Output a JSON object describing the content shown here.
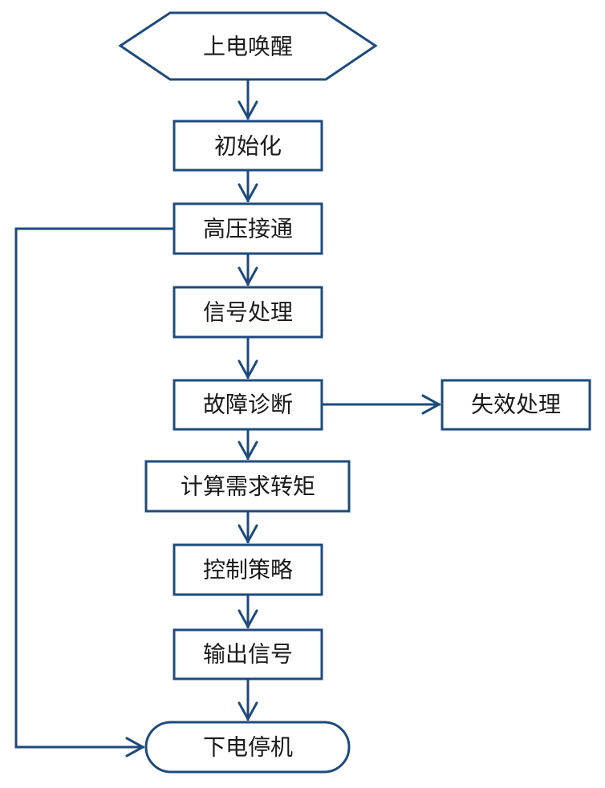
{
  "nodes": {
    "power_on": "上电唤醒",
    "init": "初始化",
    "hv_connect": "高压接通",
    "signal_proc": "信号处理",
    "fault_diag": "故障诊断",
    "failure_handle": "失效处理",
    "torque_calc": "计算需求转矩",
    "control_strategy": "控制策略",
    "output_signal": "输出信号",
    "power_off": "下电停机"
  }
}
